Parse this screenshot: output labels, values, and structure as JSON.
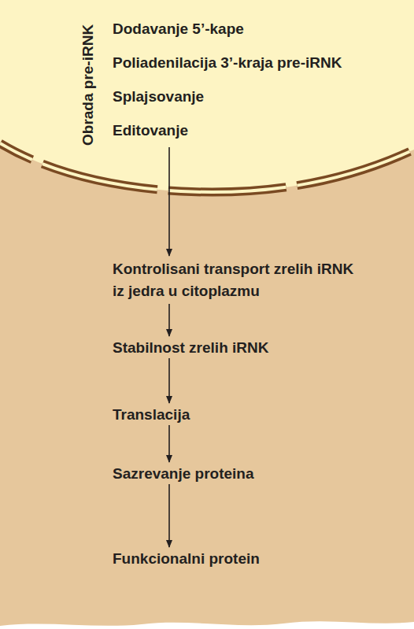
{
  "diagram": {
    "nodes": [
      {
        "text": [
          "Obrada pre-iRNK",
          "Dodavanje 5’-kape",
          "Poliadenilacija 3’-kraja pre-iRNK",
          "Splajsovanje",
          "Editovanje"
        ]
      },
      {
        "text": [
          "Kontrolisani transport zrelih iRNK iz jedra u citoplazmu"
        ]
      },
      {
        "text": [
          "Stabilnost zrelih iRNK"
        ]
      },
      {
        "text": [
          "Translacija"
        ]
      },
      {
        "text": [
          "Sazrevanje proteina"
        ]
      },
      {
        "text": [
          "Funkcionalni protein"
        ]
      }
    ],
    "edges": [
      {
        "from": 0,
        "to": 1,
        "arrow": "to"
      },
      {
        "from": 1,
        "to": 2,
        "arrow": "to"
      },
      {
        "from": 2,
        "to": 3,
        "arrow": "to"
      },
      {
        "from": 3,
        "to": 4,
        "arrow": "to"
      },
      {
        "from": 4,
        "to": 5,
        "arrow": "to"
      }
    ]
  }
}
